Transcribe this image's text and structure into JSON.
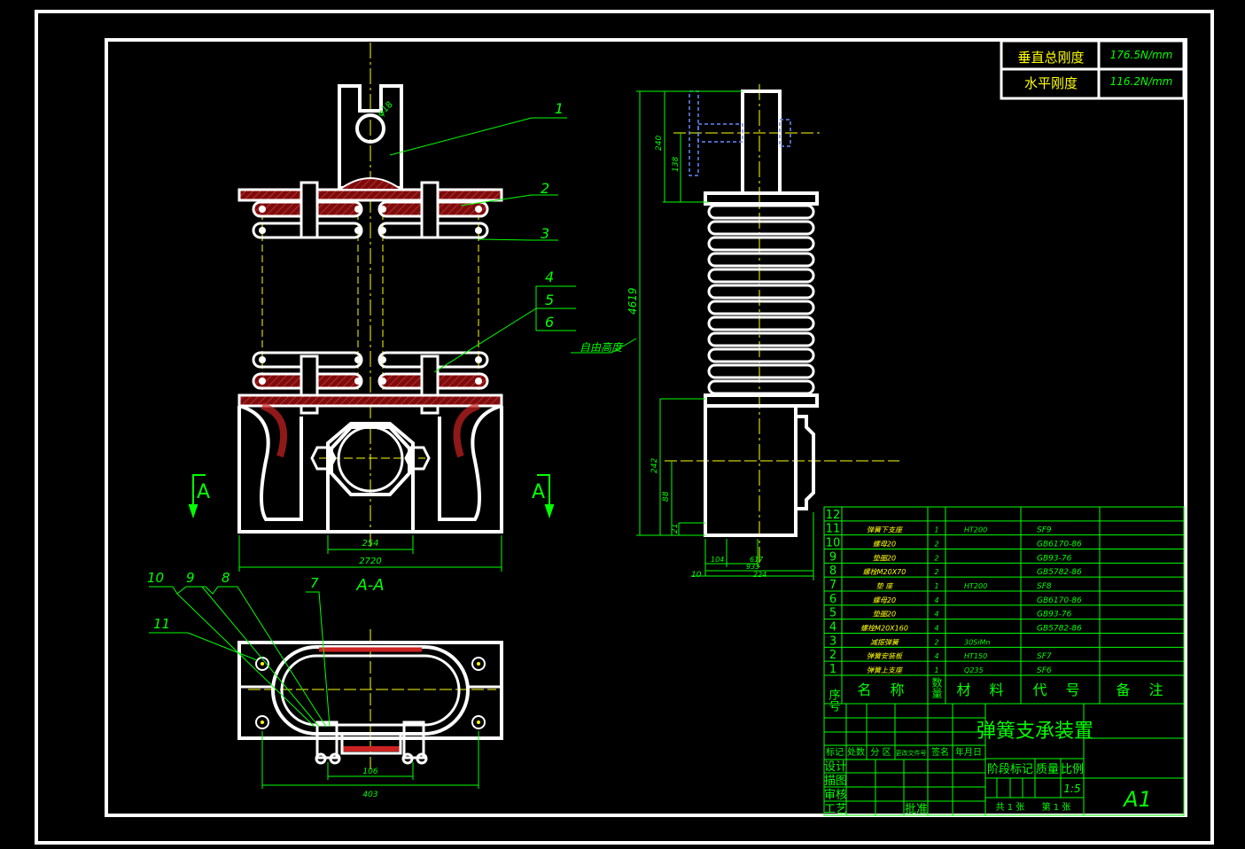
{
  "stiffness_table": {
    "vertical_label": "垂直总刚度",
    "vertical_value": "176.5N/mm",
    "horizontal_label": "水平刚度",
    "horizontal_value": "116.2N/mm"
  },
  "section": {
    "marker": "A",
    "label": "A-A"
  },
  "front_view": {
    "callouts": [
      "1",
      "2",
      "3",
      "4",
      "5",
      "6"
    ],
    "dim_bottom_inner": "254",
    "dim_bottom_total": "2720",
    "dim_hole": "φ18"
  },
  "side_view": {
    "dim_total_height": "4619",
    "free_height_label": "自由高度",
    "dim_top_240": "240",
    "dim_top_138": "138",
    "dim_bottom_242": "242",
    "dim_bottom_88": "88",
    "dim_bottom_21": "21",
    "dim_base_10": "10",
    "dim_base_104": "104",
    "dim_base_617": "617",
    "dim_base_933": "933",
    "dim_base_224": "224"
  },
  "plan_view": {
    "callouts": [
      "10",
      "9",
      "8",
      "7",
      "11"
    ],
    "dim_inner": "106",
    "dim_outer": "403"
  },
  "bom": {
    "rows": [
      {
        "no": "12",
        "name": "",
        "qty": "",
        "material": "",
        "code": ""
      },
      {
        "no": "11",
        "name": "弹簧下支座",
        "qty": "1",
        "material": "HT200",
        "code": "SF9"
      },
      {
        "no": "10",
        "name": "螺母20",
        "qty": "2",
        "material": "",
        "code": "GB6170-86"
      },
      {
        "no": "9",
        "name": "垫圈20",
        "qty": "2",
        "material": "",
        "code": "GB93-76"
      },
      {
        "no": "8",
        "name": "螺栓M20X70",
        "qty": "2",
        "material": "",
        "code": "GB5782-86"
      },
      {
        "no": "7",
        "name": "垫 座",
        "qty": "1",
        "material": "HT200",
        "code": "SF8"
      },
      {
        "no": "6",
        "name": "螺母20",
        "qty": "4",
        "material": "",
        "code": "GB6170-86"
      },
      {
        "no": "5",
        "name": "垫圈20",
        "qty": "4",
        "material": "",
        "code": "GB93-76"
      },
      {
        "no": "4",
        "name": "螺栓M20X160",
        "qty": "4",
        "material": "",
        "code": "GB5782-86"
      },
      {
        "no": "3",
        "name": "减振弹簧",
        "qty": "2",
        "material": "30SiMn",
        "code": ""
      },
      {
        "no": "2",
        "name": "弹簧安装板",
        "qty": "4",
        "material": "HT150",
        "code": "SF7"
      },
      {
        "no": "1",
        "name": "弹簧上支座",
        "qty": "1",
        "material": "Q235",
        "code": "SF6"
      }
    ],
    "header": {
      "no": "序号",
      "name": "名 称",
      "qty": "数量",
      "material": "材 料",
      "code": "代 号",
      "remark": "备 注"
    }
  },
  "title_block": {
    "title": "弹簧支承装置",
    "stage_mark": "阶段标记",
    "mass": "质量",
    "scale_label": "比例",
    "scale_value": "1:5",
    "sheet_total": "共 1 张",
    "sheet_current": "第 1 张",
    "sheet_size": "A1",
    "mark": "标记",
    "count": "处数",
    "zone": "分 区",
    "change_doc": "更改文件号",
    "signature": "签名",
    "date": "年月日",
    "design": "设计",
    "draw": "描图",
    "review": "审核",
    "process": "工艺",
    "approve": "批准"
  },
  "colors": {
    "background": "#000000",
    "outline": "#ffffff",
    "dimension": "#00ff00",
    "centerline": "#ffff00",
    "hatch": "#cc2222",
    "hidden": "#6688ff"
  }
}
